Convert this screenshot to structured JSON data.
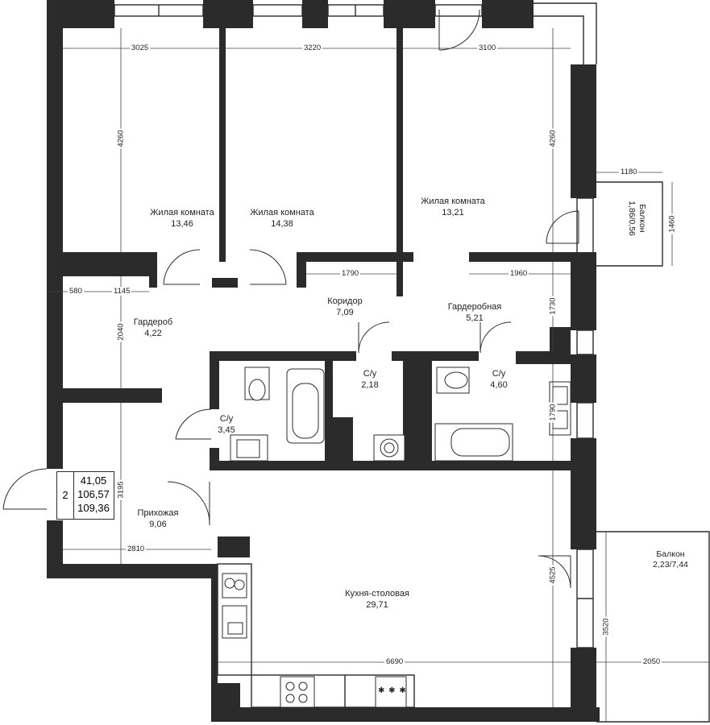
{
  "rooms": [
    {
      "name": "Жилая комната",
      "area": "13,46"
    },
    {
      "name": "Жилая комната",
      "area": "14,38"
    },
    {
      "name": "Жилая комната",
      "area": "13,21"
    },
    {
      "name": "Коридор",
      "area": "7,09"
    },
    {
      "name": "Гардероб",
      "area": "4,22"
    },
    {
      "name": "Гардеробная",
      "area": "5,21"
    },
    {
      "name": "С/у",
      "area": "2,18"
    },
    {
      "name": "С/у",
      "area": "4,60"
    },
    {
      "name": "С/у",
      "area": "3,45"
    },
    {
      "name": "Прихожая",
      "area": "9,06"
    },
    {
      "name": "Кухня-столовая",
      "area": "29,71"
    }
  ],
  "balconies": [
    {
      "name": "Балкон",
      "area": "1,86/0,56"
    },
    {
      "name": "Балкон",
      "area": "2,23/7,44"
    }
  ],
  "dimensions": {
    "room1_width": "3025",
    "room2_width": "3220",
    "room3_width": "3100",
    "room1_depth": "4260",
    "room3_depth": "4260",
    "balcony1_width": "1180",
    "balcony1_depth": "1460",
    "corridor_1790": "1790",
    "corridor_1960": "1960",
    "closet_580": "580",
    "closet_1145": "1145",
    "closet_2040": "2040",
    "dress_1730": "1730",
    "bath_1790": "1790",
    "hall_3195": "3195",
    "hall_2810": "2810",
    "kitchen_4525": "4525",
    "kitchen_6690": "6690",
    "balcony2_depth": "3520",
    "balcony2_width": "2050"
  },
  "summary": {
    "rooms_count": "2",
    "living_area": "41,05",
    "total_area": "106,57",
    "total_with_balcony": "109,36"
  },
  "appliances": {
    "cooktop_symbol": "✱ ✱ ✱"
  }
}
